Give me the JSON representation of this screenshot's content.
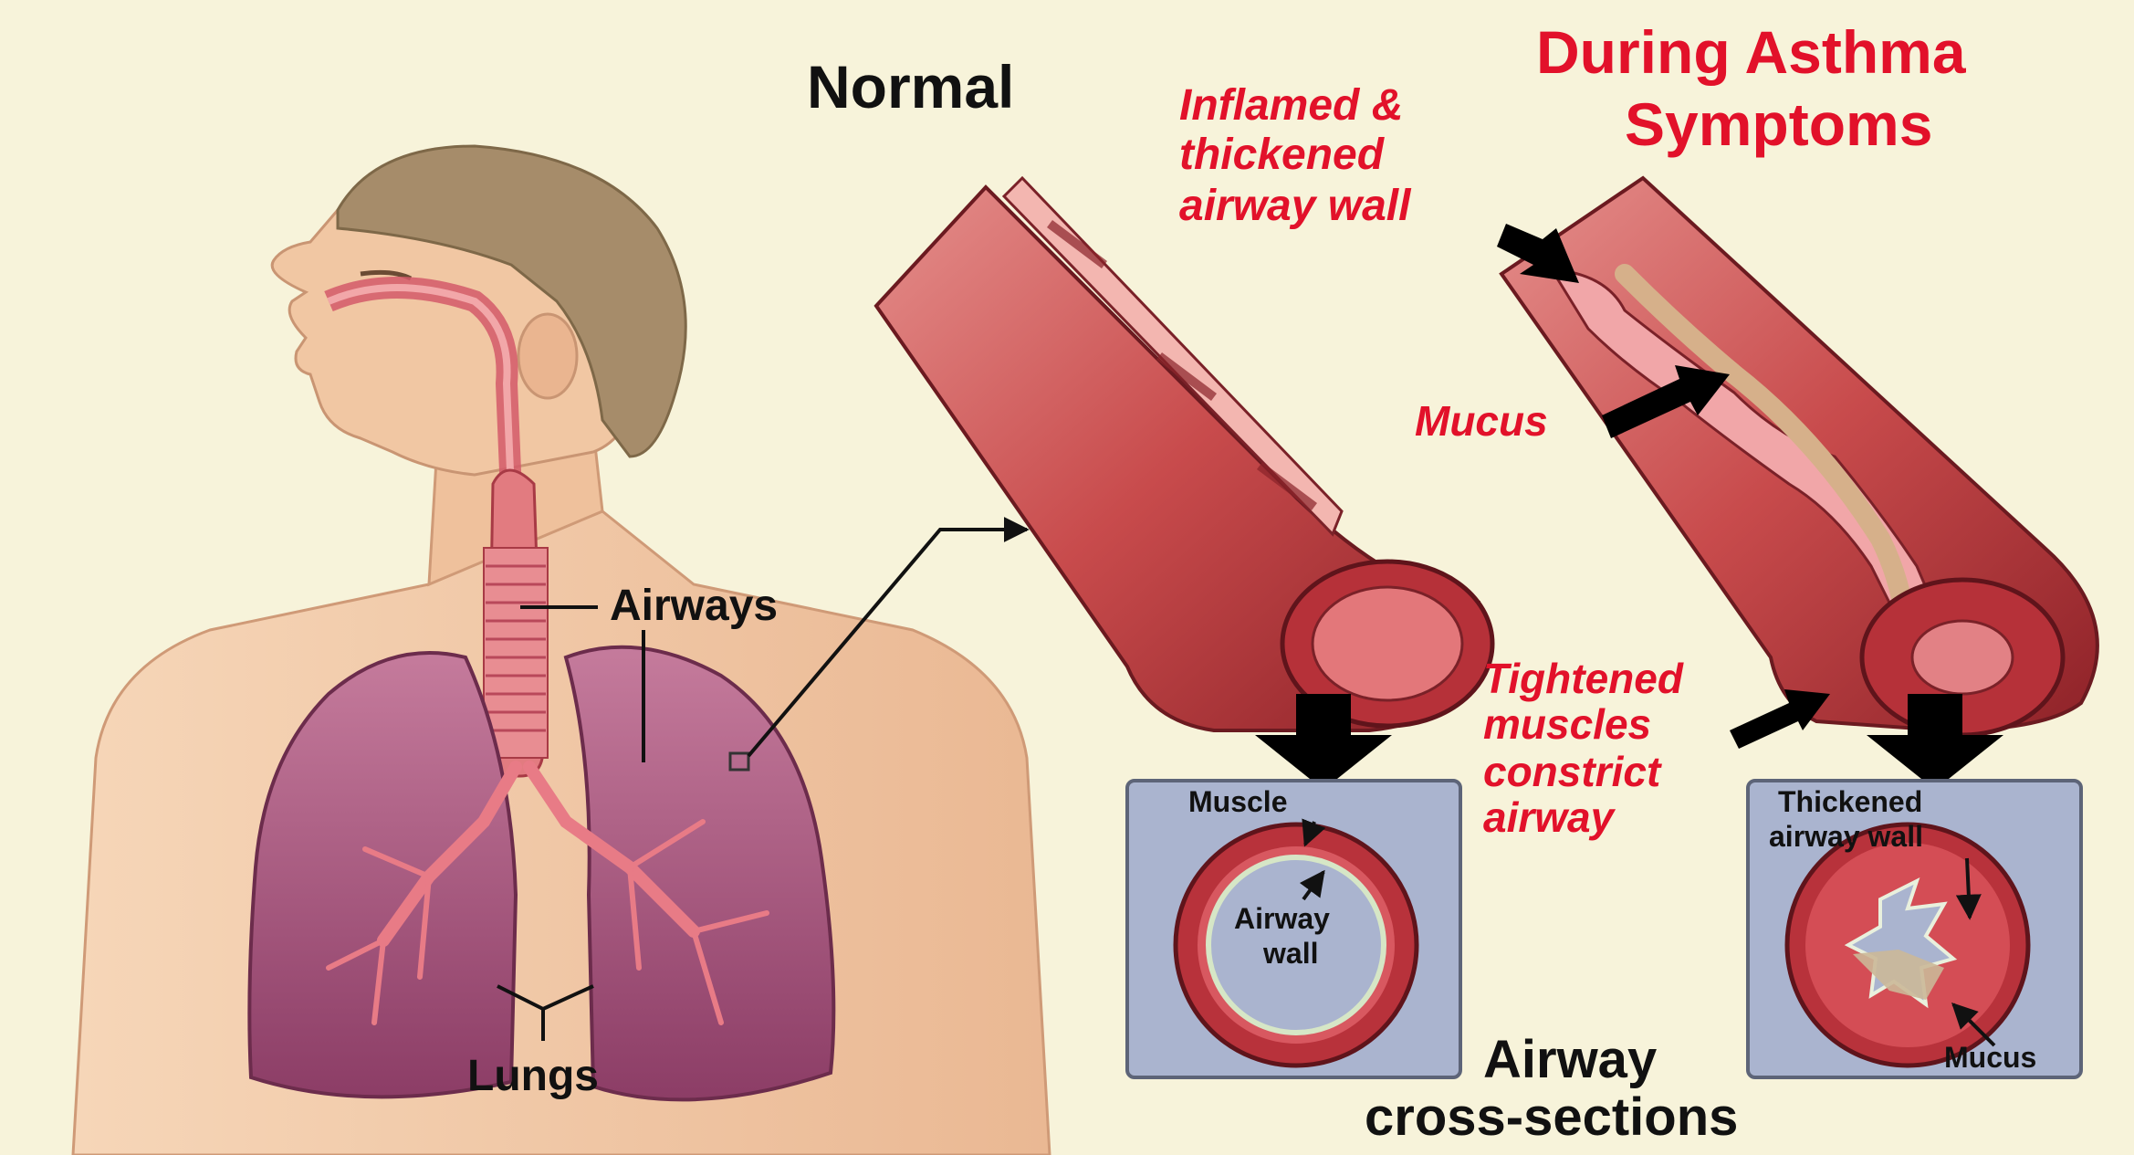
{
  "titles": {
    "normal": "Normal",
    "asthma_line1": "During Asthma",
    "asthma_line2": "Symptoms"
  },
  "body_labels": {
    "airways": "Airways",
    "lungs": "Lungs"
  },
  "asthma_labels": {
    "inflamed_line1": "Inflamed &",
    "inflamed_line2": "thickened",
    "inflamed_line3": "airway wall",
    "mucus": "Mucus",
    "tightened_line1": "Tightened",
    "tightened_line2": "muscles",
    "tightened_line3": "constrict",
    "tightened_line4": "airway"
  },
  "normal_cross_section": {
    "muscle": "Muscle",
    "airway_wall_line1": "Airway",
    "airway_wall_line2": "wall"
  },
  "asthma_cross_section": {
    "thickened_line1": "Thickened",
    "thickened_line2": "airway wall",
    "mucus": "Mucus"
  },
  "footer": {
    "line1": "Airway",
    "line2": "cross-sections"
  },
  "colors": {
    "background": "#f7f3da",
    "title_red": "#e2112a",
    "tissue_red": "#c0333a",
    "lung_purple": "#9c4a74",
    "skin": "#f2c7a4",
    "hair": "#a68c6a",
    "panel": "#aab4cf"
  }
}
